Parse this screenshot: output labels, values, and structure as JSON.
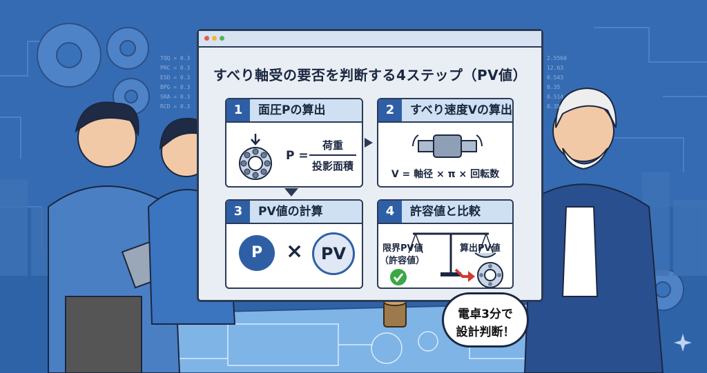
{
  "board": {
    "title": "すべり軸受の要否を判断する4ステップ（PV値）",
    "steps": [
      {
        "num": "1",
        "title": "面圧Pの算出",
        "formula_lhs": "P =",
        "numerator": "荷重",
        "denominator": "投影面積"
      },
      {
        "num": "2",
        "title": "すべり速度Vの算出",
        "formula": "V = 軸径 × π × 回転数"
      },
      {
        "num": "3",
        "title": "PV値の計算",
        "symbol_p": "P",
        "times": "×",
        "symbol_pv": "PV"
      },
      {
        "num": "4",
        "title": "許容値と比較",
        "limit_label": "限界PV値",
        "allow_label": "（許容値）",
        "calc_label": "算出PV値"
      }
    ]
  },
  "speech": {
    "line1": "電卓3分で",
    "line2": "設計判断！"
  },
  "side_left": [
    "TQQ = 0.3",
    "PRC = 0.3",
    "ESD = 0.3",
    "BPG = 0.3",
    "SRA = 0.3",
    "RCD = 0.3"
  ],
  "side_right": [
    "2.5560",
    "12.63",
    "0.543",
    "0.35",
    "0.514",
    "0.35"
  ],
  "colors": {
    "background": "#2f63a8",
    "accent": "#2e5fa5",
    "panel_head": "#cfe0f3",
    "check": "#3aa845",
    "arrow": "#d03a2f"
  }
}
